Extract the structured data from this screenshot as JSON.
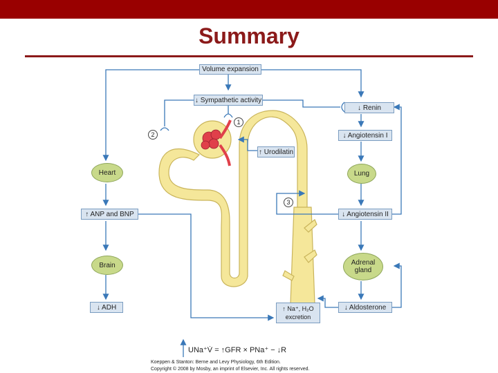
{
  "slide": {
    "title": "Summary"
  },
  "diagram": {
    "top_box": "Volume expansion",
    "sympathetic": "↓ Sympathetic activity",
    "urodilatin": "↑ Urodilatin",
    "renin": "↓ Renin",
    "angiotensin_i": "↓ Angiotensin I",
    "lung": "Lung",
    "angiotensin_ii": "↓ Angiotensin II",
    "adrenal": "Adrenal gland",
    "aldosterone": "↓ Aldosterone",
    "heart": "Heart",
    "anp_bnp": "↑ ANP and BNP",
    "brain": "Brain",
    "adh": "↓ ADH",
    "excretion_line1": "↑ Na⁺, H₂O",
    "excretion_line2": "excretion",
    "markers": [
      "1",
      "2",
      "3"
    ]
  },
  "equation": "UNa⁺V̇ = ↑GFR × PNa⁺ − ↓R",
  "credit": {
    "line1": "Koeppen & Stanton: Berne and Levy Physiology, 6th Edition.",
    "line2": "Copyright © 2008 by Mosby, an imprint of Elsevier, Inc. All rights reserved."
  },
  "colors": {
    "bar": "#990000",
    "title": "#8b1a1a",
    "arrow": "#3a78b8",
    "nephron": "#f5e79a",
    "glomerulus": "#e0404a"
  }
}
